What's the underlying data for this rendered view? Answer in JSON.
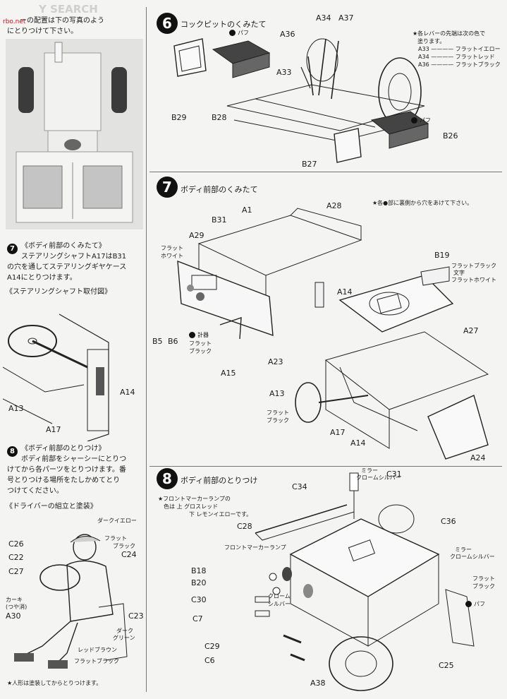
{
  "watermark": "Y SEARCH",
  "watermark_url": "rbo.net",
  "left_intro": [
    "ーの配置は下の写真のよう",
    "にとりつけて下さい。"
  ],
  "left7": {
    "num": "7",
    "title": "《ボディ前部のくみたて》",
    "body": [
      "ステアリングシャフトA17はB31",
      "の穴を通してステアリングギヤケース",
      "A14にとりつけます。"
    ],
    "subhead": "《ステアリングシャフト取付図》",
    "labels": {
      "a14": "A14",
      "a13": "A13",
      "a17": "A17"
    }
  },
  "left8": {
    "num": "8",
    "title": "《ボディ前部のとりつけ》",
    "body": [
      "ボディ前部をシャーシーにとりつ",
      "けてから各パーツをとりつけます。番",
      "号とりつける場所をたしかめてとり",
      "つけてください。"
    ],
    "subhead": "《ドライバーの組立と塗装》"
  },
  "driver": {
    "c26": "C26",
    "c22": "C22",
    "c27": "C27",
    "a30": "A30",
    "c24": "C24",
    "c23": "C23",
    "dark_yellow": "ダークイエロー",
    "flat_black1": [
      "フラット",
      "ブラック"
    ],
    "khaki": [
      "カーキ",
      "(つや消)"
    ],
    "dark_green": [
      "ダーク",
      "グリーン"
    ],
    "red_brown": "レッドブラウン",
    "flat_black2": "フラットブラック",
    "note": "★人形は塗装してからとりつけます。"
  },
  "s6": {
    "num": "6",
    "title": "コックピットのくみたて",
    "puff1": "パフ",
    "puff2": "パフ",
    "a34": "A34",
    "a37": "A37",
    "a36": "A36",
    "a33": "A33",
    "b29": "B29",
    "b28": "B28",
    "b26": "B26",
    "b27": "B27",
    "note_head": "★各レバーの先端は次の色で",
    "note_sub": "塗ります。",
    "note_lines": [
      {
        "part": "A33",
        "color": "フラットイエロー"
      },
      {
        "part": "A34",
        "color": "フラットレッド"
      },
      {
        "part": "A36",
        "color": "フラットブラック"
      }
    ]
  },
  "s7": {
    "num": "7",
    "title": "ボディ前部のくみたて",
    "note": "★各●部に裏側から穴をあけて下さい。",
    "a1": "A1",
    "a28": "A28",
    "b31": "B31",
    "a29": "A29",
    "b19": "B19",
    "flat_white": [
      "フラット",
      "ホワイト"
    ],
    "b19_colors": [
      "フラットブラック",
      "文字",
      "フラットホワイト"
    ],
    "a14": "A14",
    "a27": "A27",
    "b5": "B5",
    "b6": "B6",
    "gauge": [
      "計器",
      "フラット",
      "ブラック"
    ],
    "a15": "A15",
    "a23": "A23",
    "a13": "A13",
    "flat_black": [
      "フラット",
      "ブラック"
    ],
    "a17": "A17",
    "a14b": "A14",
    "a24": "A24"
  },
  "s8": {
    "num": "8",
    "title": "ボディ前部のとりつけ",
    "mirror1": [
      "ミラー",
      "クロームシルバー"
    ],
    "c31": "C31",
    "c34": "C34",
    "note": [
      "★フロントマーカーランプの",
      "色は 上 グロスレッド",
      "下 レモンイエローです。"
    ],
    "c28": "C28",
    "c36": "C36",
    "front_marker": "フロントマーカーランプ",
    "mirror2": [
      "ミラー",
      "クロームシルバー"
    ],
    "b18": "B18",
    "b20": "B20",
    "chrome": [
      "クローム",
      "シルバー"
    ],
    "c30": "C30",
    "c7": "C7",
    "flat_black": [
      "フラット",
      "ブラック"
    ],
    "puff": "パフ",
    "c29": "C29",
    "c6": "C6",
    "c25": "C25",
    "a38": "A38"
  }
}
